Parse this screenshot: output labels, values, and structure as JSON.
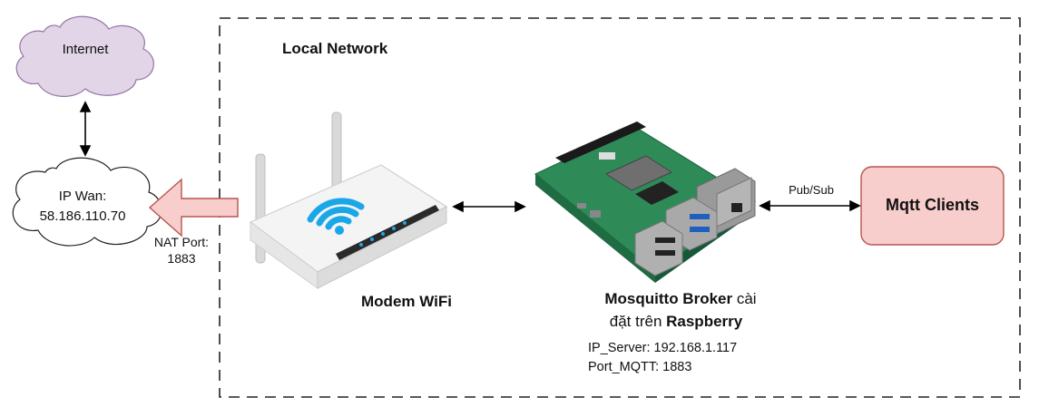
{
  "local_network": {
    "title": "Local Network"
  },
  "internet": {
    "label": "Internet"
  },
  "wan": {
    "label": "IP Wan:",
    "ip": "58.186.110.70",
    "nat_label": "NAT Port:",
    "nat_port": "1883"
  },
  "modem": {
    "label": "Modem WiFi"
  },
  "broker": {
    "title_bold": "Mosquitto Broker",
    "title_rest": " cài",
    "line2_prefix": "đặt trên ",
    "line2_bold": "Raspberry",
    "ip_server": "IP_Server: 192.168.1.117",
    "port_mqtt": "Port_MQTT: 1883"
  },
  "link": {
    "pubsub": "Pub/Sub"
  },
  "clients": {
    "label": "Mqtt Clients"
  },
  "colors": {
    "cloud_internet": "#e1d5e7",
    "cloud_internet_stroke": "#9673a6",
    "arrow_fill": "#f8cecc",
    "arrow_stroke": "#b85450",
    "clients_fill": "#f8cecc",
    "clients_stroke": "#b85450",
    "wifi_blue": "#1aa7e8",
    "board_green": "#2e8b57"
  }
}
